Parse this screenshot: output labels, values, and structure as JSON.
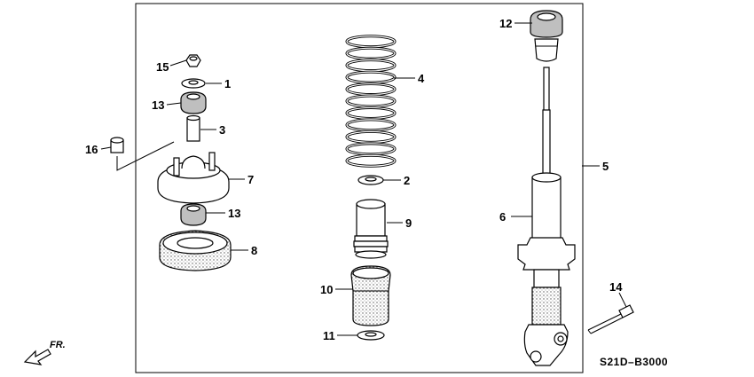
{
  "diagram_code": "S21D–B3000",
  "direction_label": "FR.",
  "callouts": [
    {
      "id": "p1",
      "label": "1"
    },
    {
      "id": "p2",
      "label": "2"
    },
    {
      "id": "p3",
      "label": "3"
    },
    {
      "id": "p4",
      "label": "4"
    },
    {
      "id": "p5",
      "label": "5"
    },
    {
      "id": "p6",
      "label": "6"
    },
    {
      "id": "p7",
      "label": "7"
    },
    {
      "id": "p8",
      "label": "8"
    },
    {
      "id": "p9",
      "label": "9"
    },
    {
      "id": "p10",
      "label": "10"
    },
    {
      "id": "p11",
      "label": "11"
    },
    {
      "id": "p12",
      "label": "12"
    },
    {
      "id": "p13a",
      "label": "13"
    },
    {
      "id": "p13b",
      "label": "13"
    },
    {
      "id": "p14",
      "label": "14"
    },
    {
      "id": "p15",
      "label": "15"
    },
    {
      "id": "p16",
      "label": "16"
    }
  ]
}
